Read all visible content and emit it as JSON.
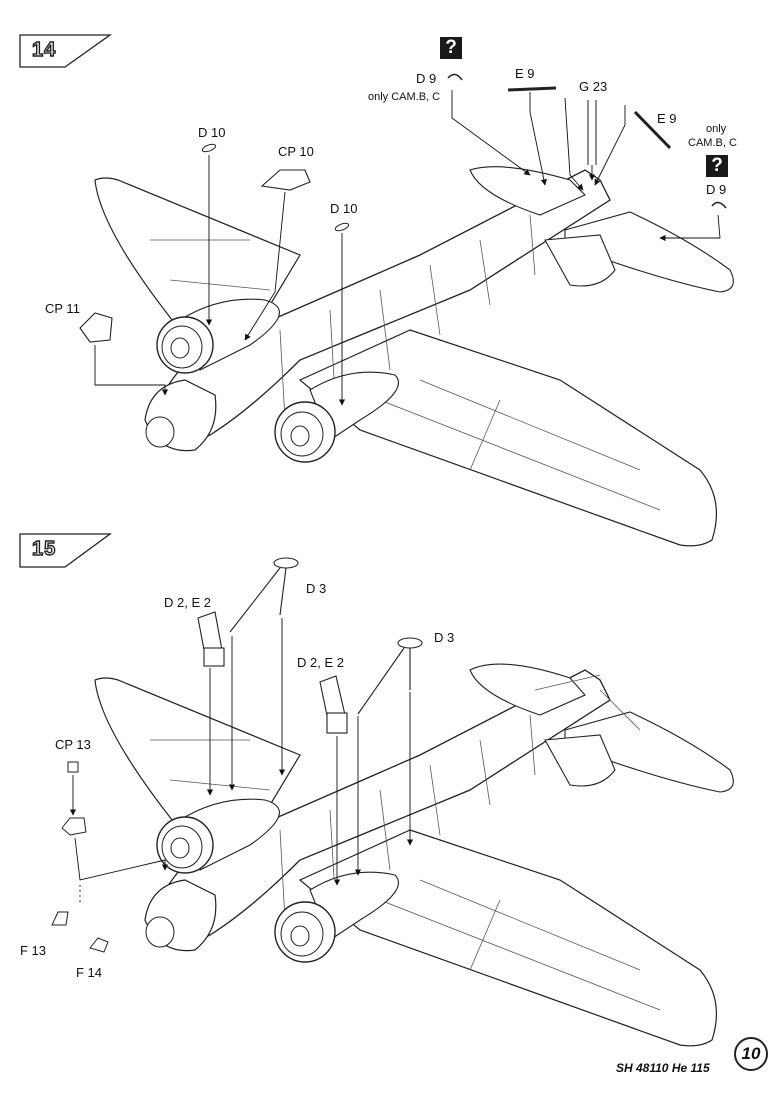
{
  "steps": [
    {
      "number": "14",
      "question_marks": [
        "?",
        "?"
      ],
      "labels": {
        "d9_a": "D 9",
        "only_cam": "only CAM.B, C",
        "e9_a": "E 9",
        "g23": "G 23",
        "e9_b": "E 9",
        "only": "only",
        "cam_bc": "CAM.B, C",
        "d9_b": "D 9",
        "d10_a": "D 10",
        "cp10": "CP 10",
        "d10_b": "D 10",
        "cp11": "CP 11"
      }
    },
    {
      "number": "15",
      "labels": {
        "d2e2_a": "D 2, E 2",
        "d3_a": "D 3",
        "d3_b": "D 3",
        "d2e2_b": "D 2, E 2",
        "cp13": "CP 13",
        "f13": "F 13",
        "f14": "F 14"
      }
    }
  ],
  "footer": {
    "product": "SH 48110 He 115",
    "page": "10"
  }
}
